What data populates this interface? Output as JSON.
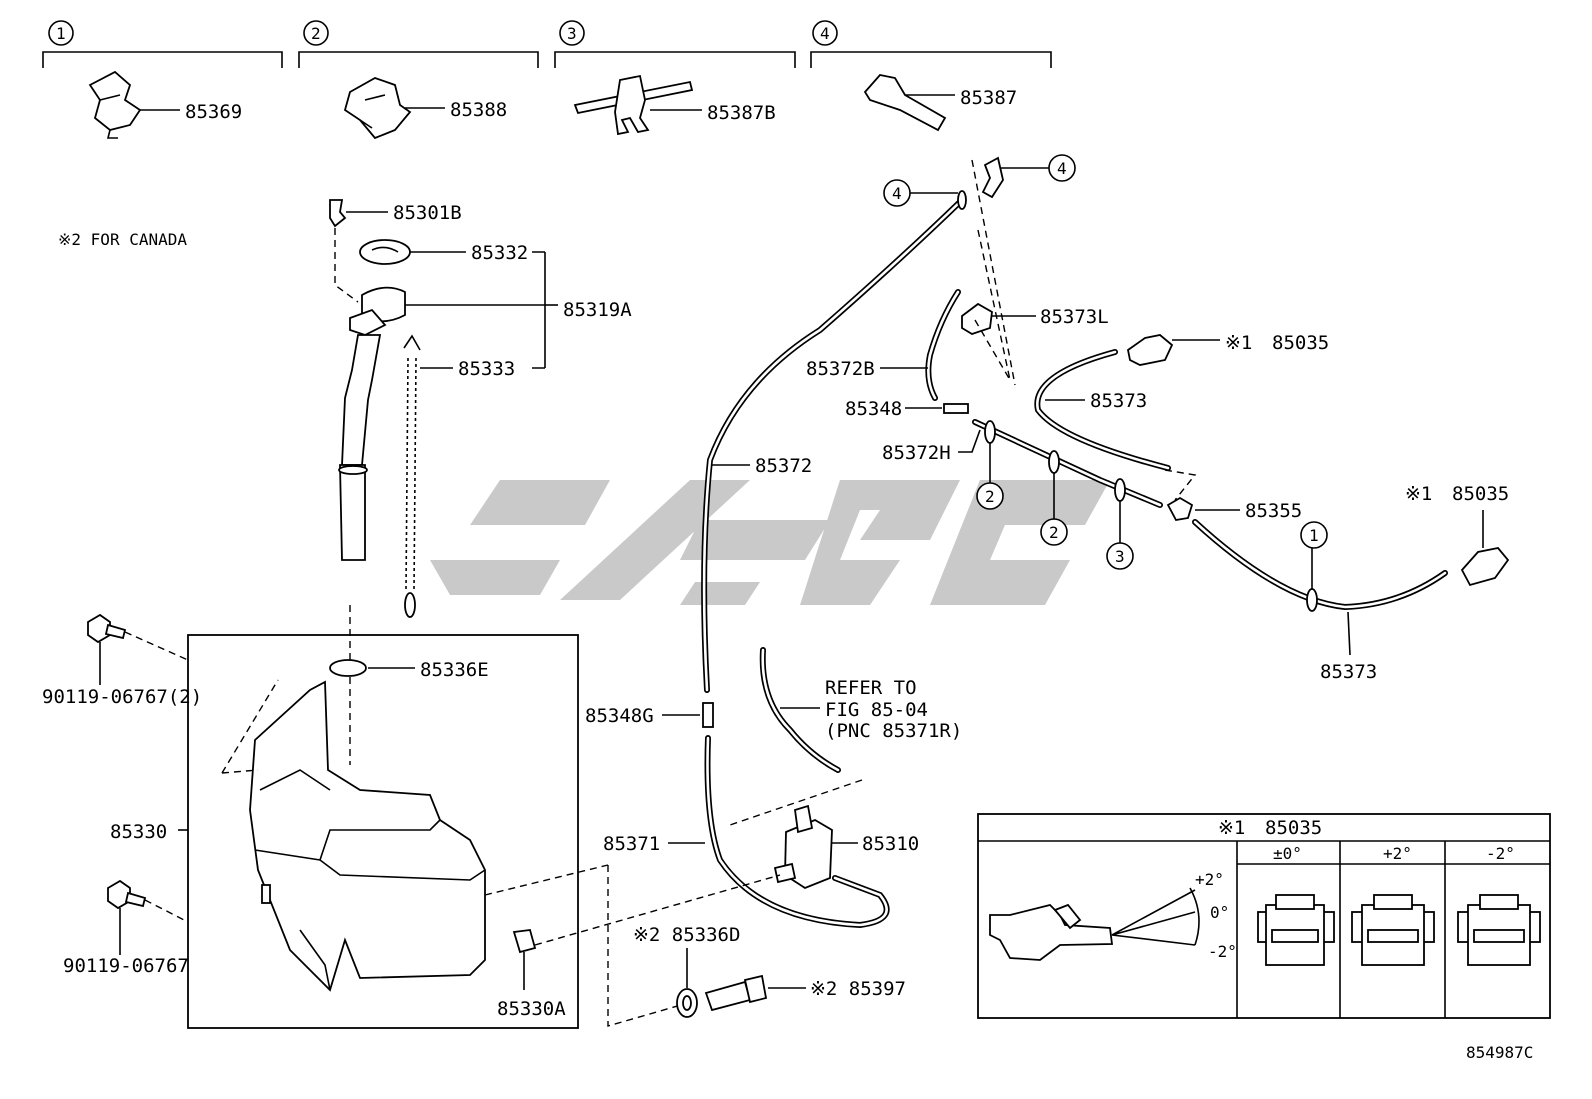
{
  "notes": {
    "canada": "※2 FOR CANADA"
  },
  "groups": [
    {
      "num": "1",
      "part": "85369"
    },
    {
      "num": "2",
      "part": "85388"
    },
    {
      "num": "3",
      "part": "85387B"
    },
    {
      "num": "4",
      "part": "85387"
    }
  ],
  "labels": {
    "p85301B": "85301B",
    "p85332": "85332",
    "p85319A": "85319A",
    "p85333": "85333",
    "p85336E": "85336E",
    "p85330": "85330",
    "p85330A": "85330A",
    "bolt_a": "90119-06767(2)",
    "bolt_b": "90119-06767",
    "p85372": "85372",
    "p85348G": "85348G",
    "p85371": "85371",
    "p85310": "85310",
    "p85336D": "※2 85336D",
    "p85397": "※2 85397",
    "p85372B": "85372B",
    "p85348": "85348",
    "p85372H": "85372H",
    "p85373L": "85373L",
    "p85373_top": "85373",
    "p85373_bot": "85373",
    "p85355": "85355",
    "p85035_a_mark": "※1",
    "p85035_a": "85035",
    "p85035_b_mark": "※1",
    "p85035_b": "85035",
    "refer_1": "REFER TO",
    "refer_2": "FIG 85-04",
    "refer_3": "(PNC 85371R)"
  },
  "callouts": {
    "c4a": "4",
    "c4b": "4",
    "c2a": "2",
    "c2b": "2",
    "c3": "3",
    "c1": "1"
  },
  "inset": {
    "title_mark": "※1",
    "title_part": "85035",
    "columns": [
      "±0°",
      "+2°",
      "-2°"
    ],
    "angle_plus": "+2°",
    "angle_zero": "0°",
    "angle_minus": "-2°"
  },
  "figure_code": "854987C",
  "watermark": {
    "color": "#c9c9c9"
  }
}
